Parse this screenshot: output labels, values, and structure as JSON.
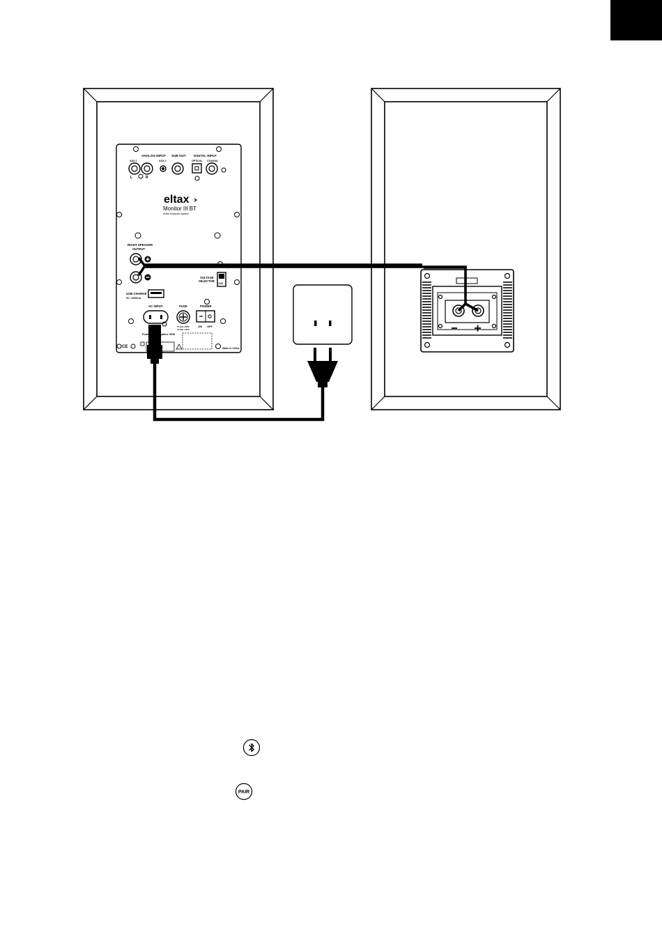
{
  "colors": {
    "ink": "#000000",
    "paper": "#ffffff"
  },
  "left_panel": {
    "analog_input": "ANALOG INPUT",
    "aux1": "AUX 1",
    "aux2": "AUX 2",
    "left": "L",
    "right": "R",
    "sub_out": "SUB OUT",
    "digital_input": "DIGITAL INPUT",
    "optical": "OPTICAL",
    "coaxial": "COAXIAL",
    "brand": "eltax",
    "model": "Monitor III BT",
    "model_sub": "Active bluetooth speaker",
    "right_speaker_output_1": "RIGHT SPEAKER",
    "right_speaker_output_2": "OUTPUT",
    "voltage_selector_1": "VOLTAGE",
    "voltage_selector_2": "SELECTOR",
    "voltage_value": "230",
    "usb_charge": "USB CHARGE",
    "usb_rating": "5V / 1000mA",
    "ac_input": "AC INPUT",
    "fuse": "FUSE",
    "fuse_spec_1": "T1.6AL 250V",
    "fuse_spec_2": "T1.6AL 125V",
    "power": "POWER",
    "on": "ON",
    "off": "OFF",
    "power_consumption": "Power Consumption: 80W",
    "made_in": "Made in China",
    "ce": "CE"
  },
  "icons": {
    "bluetooth": "bluetooth-icon",
    "pair_label": "PAIR"
  }
}
